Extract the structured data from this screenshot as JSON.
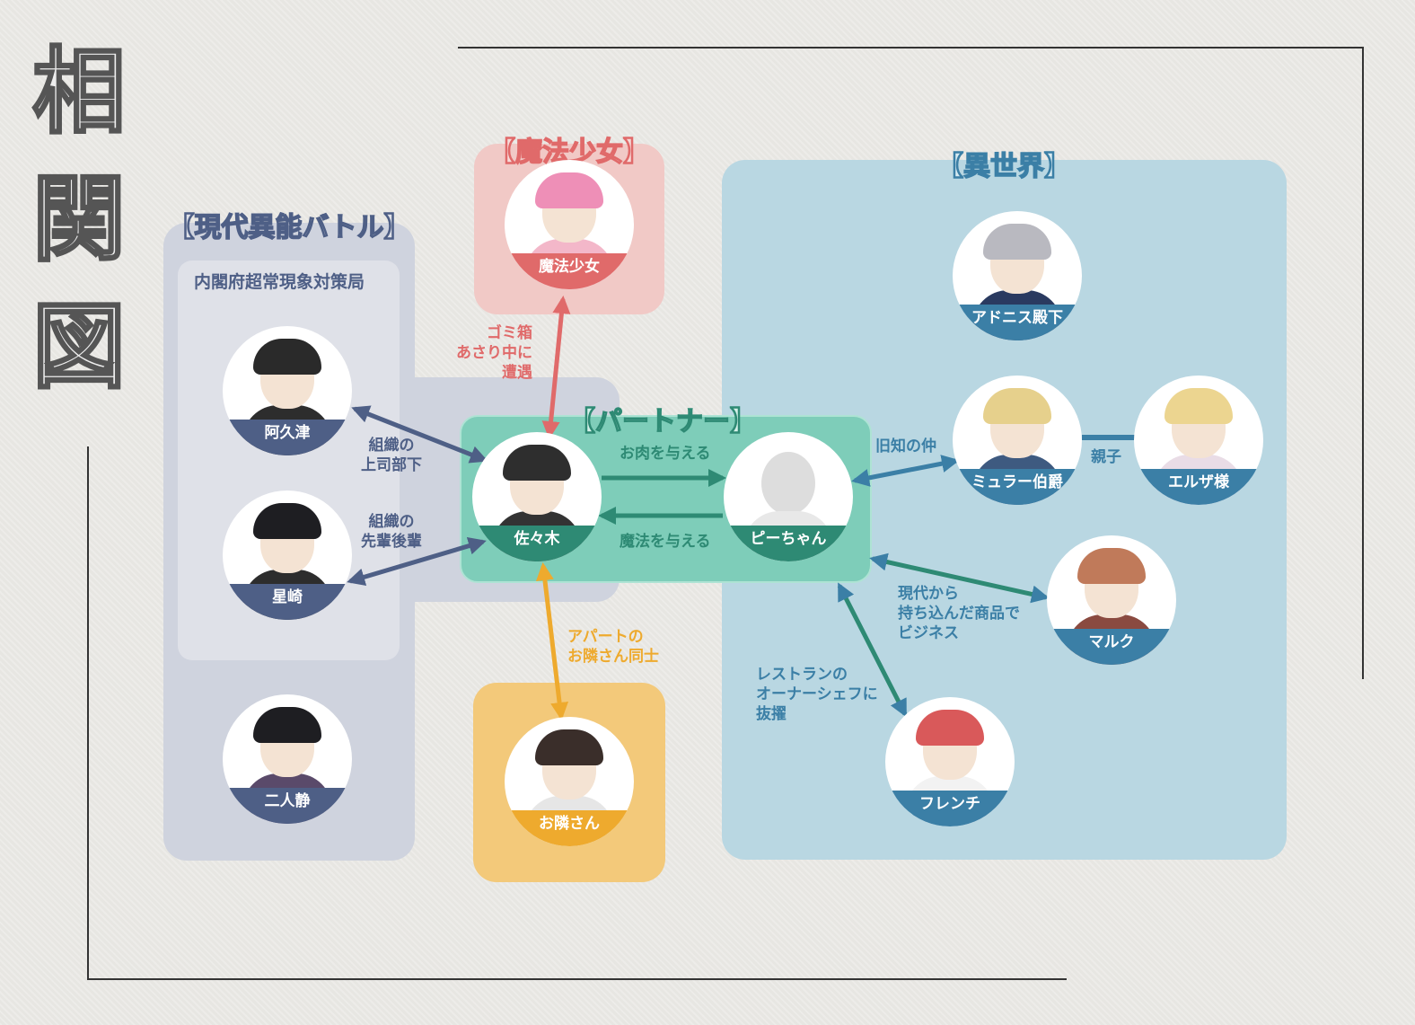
{
  "title_chars": [
    "相",
    "関",
    "図"
  ],
  "groups": {
    "battle": {
      "title": "【現代異能バトル】",
      "subgroup": "内閣府超常現象対策局"
    },
    "magical": {
      "title": "【魔法少女】"
    },
    "partner": {
      "title": "【パートナー】"
    },
    "isekai": {
      "title": "【異世界】"
    }
  },
  "characters": {
    "akutsu": "阿久津",
    "hoshizaki": "星崎",
    "futarishizuka": "二人静",
    "mahou_shoujo": "魔法少女",
    "sasaki": "佐々木",
    "peechan": "ピーちゃん",
    "otonari": "お隣さん",
    "adonis": "アドニス殿下",
    "muller": "ミュラー伯爵",
    "elsa": "エルザ様",
    "marc": "マルク",
    "french": "フレンチ"
  },
  "relations": {
    "akutsu_sasaki": "組織の\n上司部下",
    "hoshizaki_sasaki": "組織の\n先輩後輩",
    "magical_sasaki": "ゴミ箱\nあさり中に\n遭遇",
    "sasaki_to_pee": "お肉を与える",
    "pee_to_sasaki": "魔法を与える",
    "otonari_sasaki": "アパートの\nお隣さん同士",
    "pee_muller": "旧知の仲",
    "muller_elsa": "親子",
    "partner_marc": "現代から\n持ち込んだ商品で\nビジネス",
    "partner_french": "レストランの\nオーナーシェフに\n抜擢"
  },
  "colors": {
    "battle": "#4e5f86",
    "magical": "#e06a6a",
    "partner": "#2e8a74",
    "otonari": "#eeaa2e",
    "isekai": "#3b7fa6"
  }
}
